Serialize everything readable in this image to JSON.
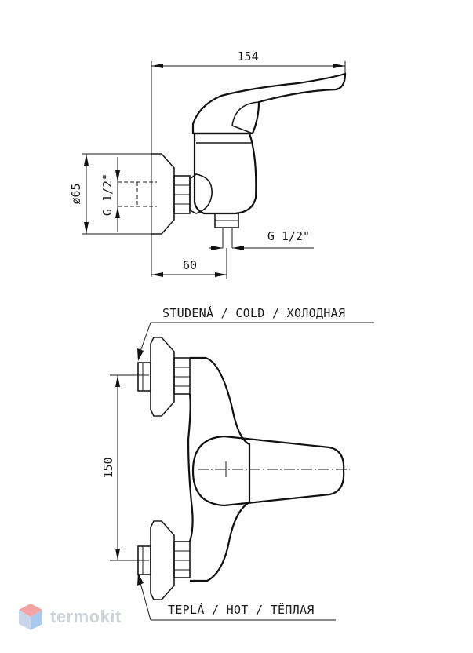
{
  "dimensions": {
    "overall_length": "154",
    "body_diameter": "ø65",
    "inlet_thread": "G 1/2\"",
    "outlet_thread": "G 1/2\"",
    "outlet_offset": "60",
    "inlet_spacing": "150"
  },
  "labels": {
    "cold": "STUDENÁ / COLD / ХОЛОДНАЯ",
    "hot": "TEPLÁ / HOT / ТЁПЛАЯ"
  },
  "watermark": {
    "brand": "termokit",
    "logo_icon": "termokit-logo-icon",
    "logo_colors": [
      "#f4a3a3",
      "#a9c8ee"
    ]
  }
}
